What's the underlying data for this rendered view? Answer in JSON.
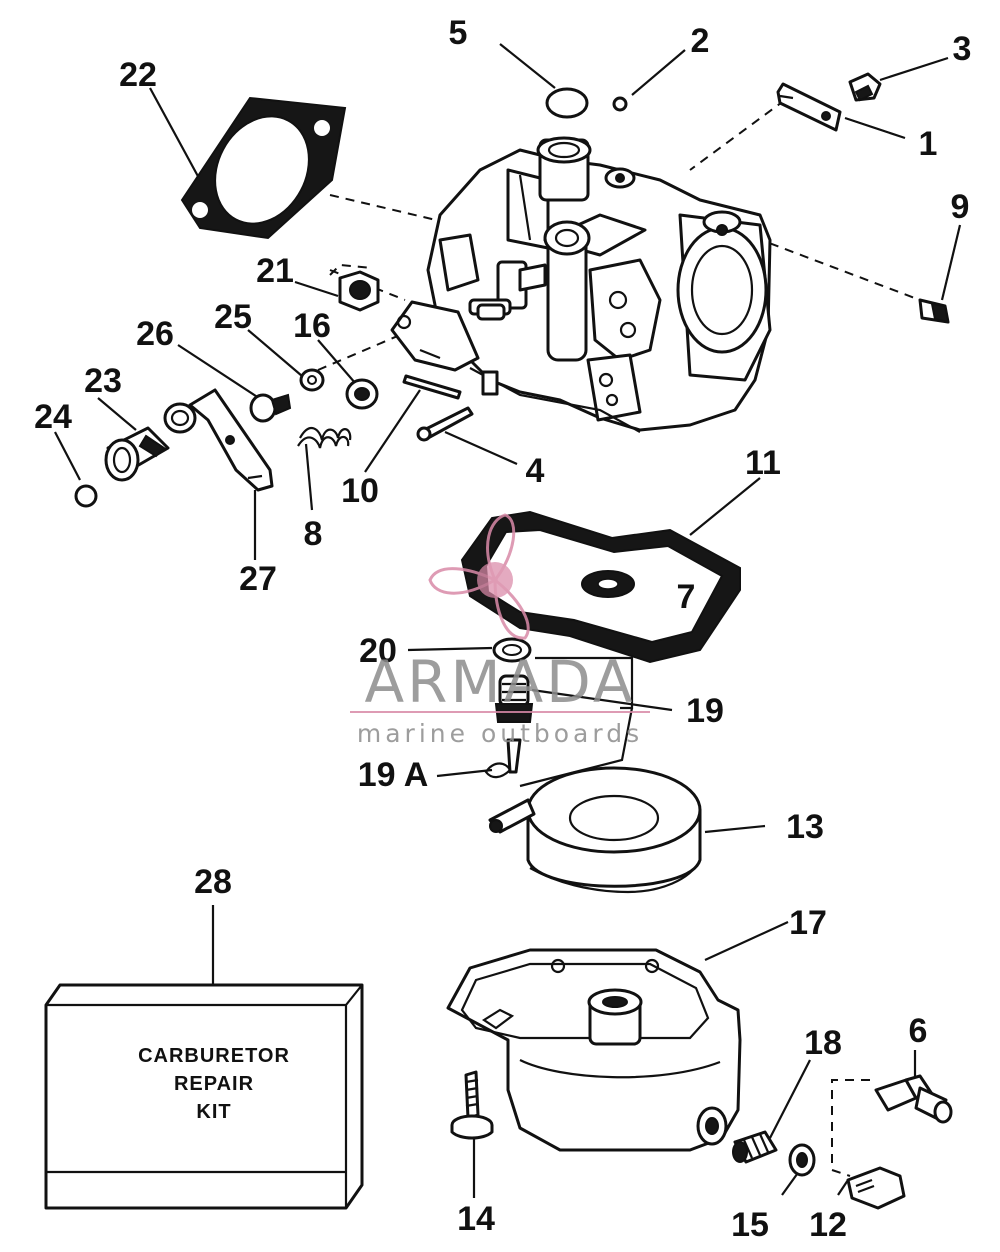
{
  "callouts": [
    {
      "id": "1",
      "label": "1"
    },
    {
      "id": "2",
      "label": "2"
    },
    {
      "id": "3",
      "label": "3"
    },
    {
      "id": "4",
      "label": "4"
    },
    {
      "id": "5",
      "label": "5"
    },
    {
      "id": "6",
      "label": "6"
    },
    {
      "id": "7",
      "label": "7"
    },
    {
      "id": "8",
      "label": "8"
    },
    {
      "id": "9",
      "label": "9"
    },
    {
      "id": "10",
      "label": "10"
    },
    {
      "id": "11",
      "label": "11"
    },
    {
      "id": "12",
      "label": "12"
    },
    {
      "id": "13",
      "label": "13"
    },
    {
      "id": "14",
      "label": "14"
    },
    {
      "id": "15",
      "label": "15"
    },
    {
      "id": "16",
      "label": "16"
    },
    {
      "id": "17",
      "label": "17"
    },
    {
      "id": "18",
      "label": "18"
    },
    {
      "id": "19",
      "label": "19"
    },
    {
      "id": "19A",
      "label": "19 A"
    },
    {
      "id": "20",
      "label": "20"
    },
    {
      "id": "21",
      "label": "21"
    },
    {
      "id": "22",
      "label": "22"
    },
    {
      "id": "23",
      "label": "23"
    },
    {
      "id": "24",
      "label": "24"
    },
    {
      "id": "25",
      "label": "25"
    },
    {
      "id": "26",
      "label": "26"
    },
    {
      "id": "27",
      "label": "27"
    },
    {
      "id": "28",
      "label": "28"
    }
  ],
  "kit_box": {
    "line1": "CARBURETOR",
    "line2": "REPAIR",
    "line3": "KIT"
  },
  "watermark": {
    "brand": "ARMADA",
    "tagline": "marine outboards",
    "logo_color": "#d98aa8",
    "text_color": "#8d8d8d"
  }
}
